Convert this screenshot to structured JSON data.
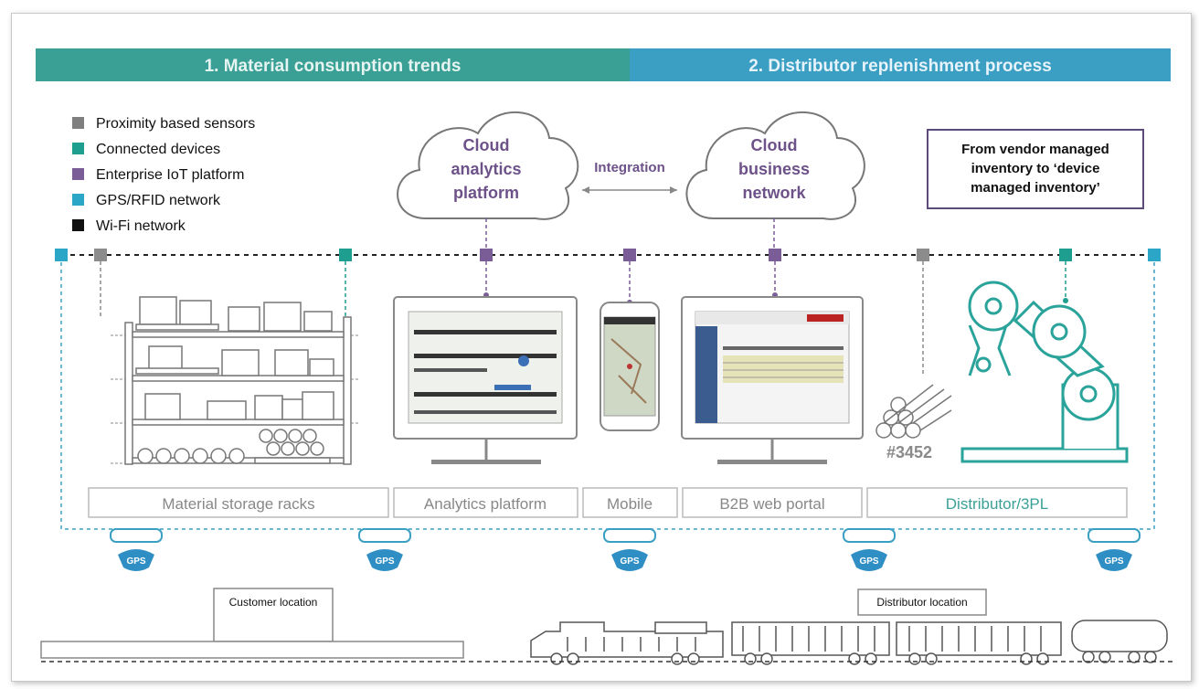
{
  "header": {
    "section1": "1. Material consumption trends",
    "section2": "2. Distributor replenishment process"
  },
  "legend": [
    {
      "label": "Proximity based sensors",
      "color": "#7f7f7f"
    },
    {
      "label": "Connected devices",
      "color": "#1e9e8f"
    },
    {
      "label": "Enterprise IoT platform",
      "color": "#7a5c97"
    },
    {
      "label": "GPS/RFID network",
      "color": "#2ca6c6"
    },
    {
      "label": "Wi-Fi network",
      "color": "#111111"
    }
  ],
  "clouds": {
    "left": [
      "Cloud",
      "analytics",
      "platform"
    ],
    "right": [
      "Cloud",
      "business",
      "network"
    ],
    "integration": "Integration"
  },
  "callout": [
    "From vendor managed",
    "inventory to ‘device",
    "managed inventory’"
  ],
  "labels": {
    "racks": "Material storage racks",
    "analytics": "Analytics platform",
    "mobile": "Mobile",
    "b2b": "B2B web portal",
    "distributor": "Distributor/3PL",
    "part_number": "#3452",
    "gps": "GPS",
    "customer_location": "Customer location",
    "distributor_location": "Distributor location"
  },
  "colors": {
    "header_left": "#3aa096",
    "header_right": "#3b9fc4",
    "purple_text": "#6d5189",
    "teal": "#2aa39a",
    "gps_blue": "#2f8fc4"
  }
}
